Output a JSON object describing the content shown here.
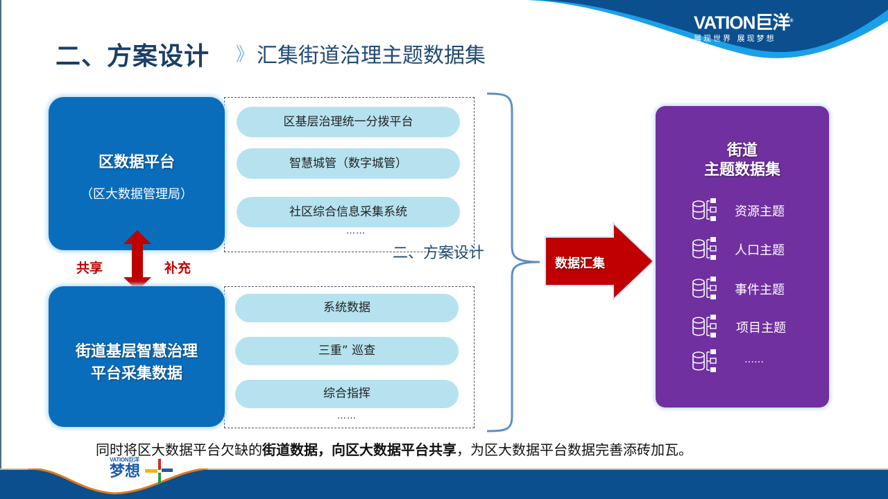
{
  "header": {
    "title": "二、方案设计",
    "subtitle_chevron": "》",
    "subtitle": "汇集街道治理主题数据集"
  },
  "logo": {
    "brand": "VATION巨洋",
    "registered": "®",
    "slogan": "展现世界  展现梦想"
  },
  "district_platform": {
    "title": "区数据平台",
    "subtitle": "（区大数据管理局）",
    "systems": [
      "区基层治理统一分拨平台",
      "智慧城管（数字城管）",
      "社区综合信息采集系统"
    ],
    "more": "……"
  },
  "exchange": {
    "left_label": "共享",
    "right_label": "补充"
  },
  "street_platform": {
    "title_line1": "街道基层智慧治理",
    "title_line2": "平台采集数据",
    "items": [
      "系统数据",
      "三重” 巡查",
      "综合指挥"
    ],
    "more": "……"
  },
  "stray_text": "二、方案设计",
  "arrow_label": "数据汇集",
  "dataset": {
    "title_line1": "街道",
    "title_line2": "主题数据集",
    "themes": [
      "资源主题",
      "人口主题",
      "事件主题",
      "项目主题",
      "……"
    ],
    "icon": "database-tree-icon"
  },
  "footer": {
    "part1": "同时将区大数据平台欠缺的",
    "bold1": "街道数据，向区大数据平台共享",
    "part2": "，为区大数据平台数据完善添砖加瓦。"
  },
  "footer_logo": {
    "brand": "VATION巨洋",
    "text": "梦想"
  },
  "colors": {
    "navy": "#0b4f8f",
    "box_blue": "#0a6dbb",
    "pill": "#b6e2ef",
    "purple": "#7030a0",
    "red": "#c00000",
    "bracket": "#5b8fc7"
  }
}
